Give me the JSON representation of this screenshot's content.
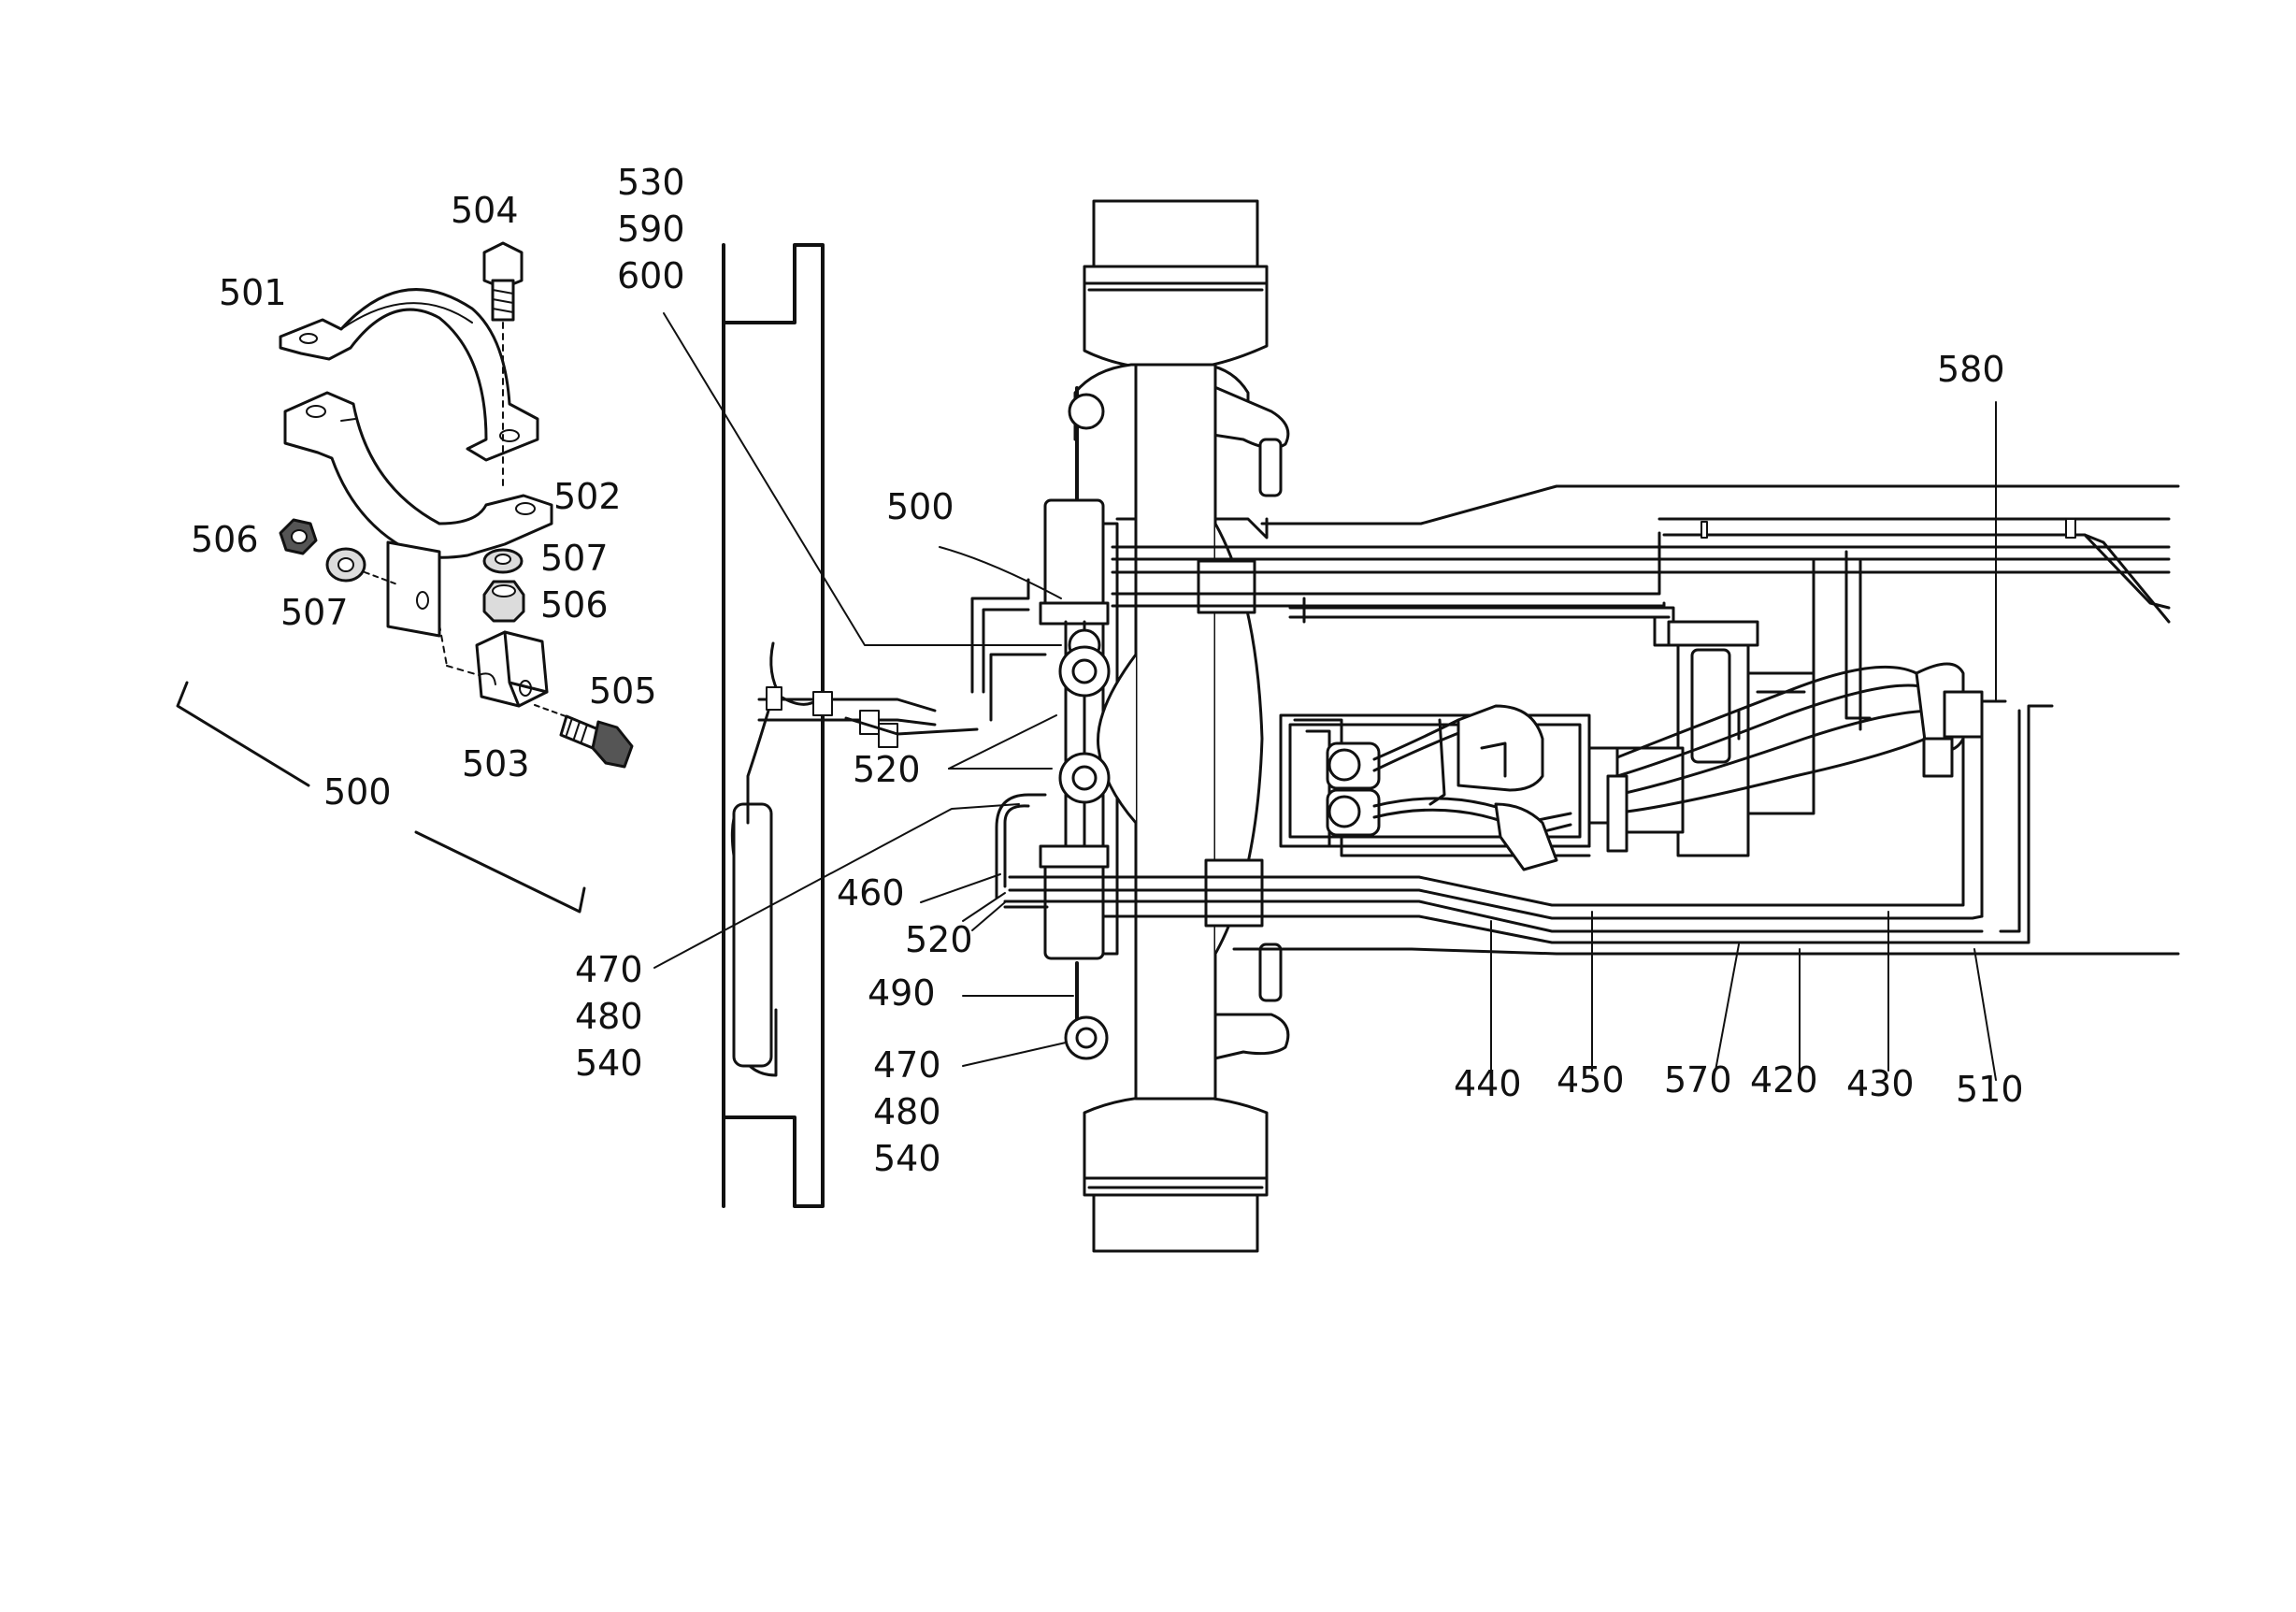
{
  "callouts": {
    "c530": "530",
    "c590": "590",
    "c600": "600",
    "c504": "504",
    "c501": "501",
    "c502": "502",
    "c506a": "506",
    "c507a": "507",
    "c507b": "507",
    "c506b": "506",
    "c505": "505",
    "c503": "503",
    "c500a": "500",
    "c500b": "500",
    "c580": "580",
    "c520a": "520",
    "c460": "460",
    "c520b": "520",
    "c470a": "470",
    "c480a": "480",
    "c540a": "540",
    "c490": "490",
    "c470b": "470",
    "c480b": "480",
    "c540b": "540",
    "c440": "440",
    "c450": "450",
    "c570": "570",
    "c420": "420",
    "c430": "430",
    "c510": "510"
  }
}
